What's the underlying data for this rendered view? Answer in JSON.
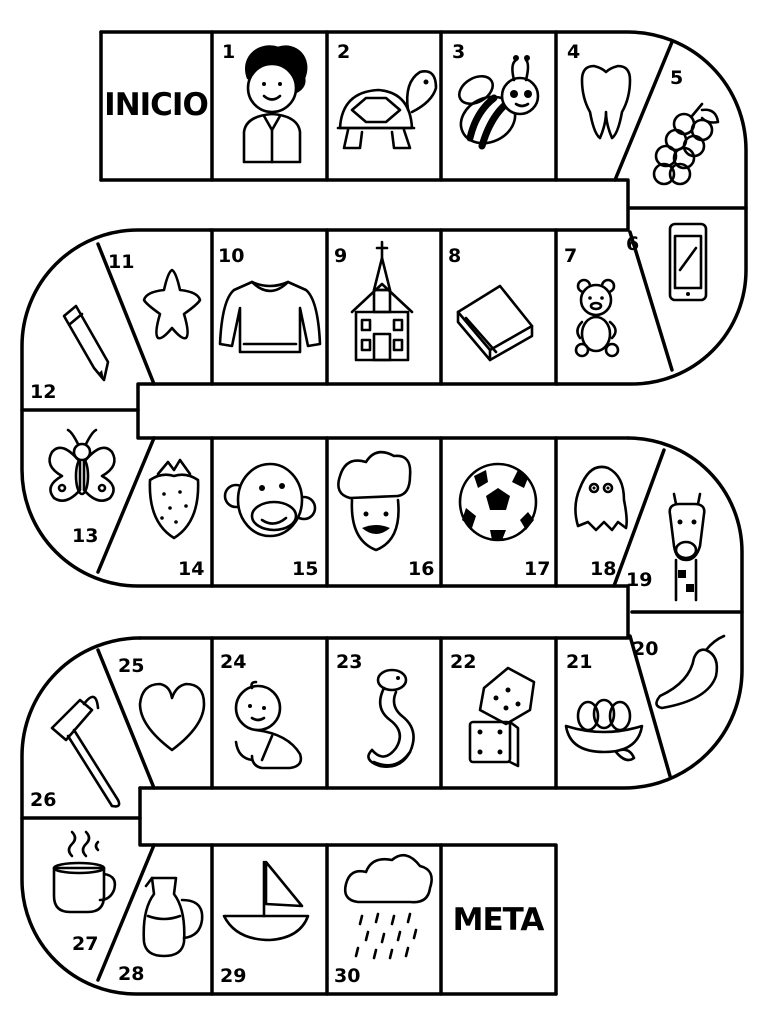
{
  "game": {
    "start_label": "INICIO",
    "finish_label": "META",
    "squares": [
      {
        "number": "1",
        "icon": "boy-icon"
      },
      {
        "number": "2",
        "icon": "turtle-icon"
      },
      {
        "number": "3",
        "icon": "bee-icon"
      },
      {
        "number": "4",
        "icon": "tooth-icon"
      },
      {
        "number": "5",
        "icon": "grapes-icon"
      },
      {
        "number": "6",
        "icon": "smartphone-icon"
      },
      {
        "number": "7",
        "icon": "teddy-bear-icon"
      },
      {
        "number": "8",
        "icon": "book-icon"
      },
      {
        "number": "9",
        "icon": "church-icon"
      },
      {
        "number": "10",
        "icon": "sweater-icon"
      },
      {
        "number": "11",
        "icon": "star-icon"
      },
      {
        "number": "12",
        "icon": "pencil-icon"
      },
      {
        "number": "13",
        "icon": "butterfly-icon"
      },
      {
        "number": "14",
        "icon": "strawberry-icon"
      },
      {
        "number": "15",
        "icon": "monkey-icon"
      },
      {
        "number": "16",
        "icon": "chef-icon"
      },
      {
        "number": "17",
        "icon": "soccer-ball-icon"
      },
      {
        "number": "18",
        "icon": "ghost-icon"
      },
      {
        "number": "19",
        "icon": "giraffe-icon"
      },
      {
        "number": "20",
        "icon": "chili-pepper-icon"
      },
      {
        "number": "21",
        "icon": "nest-icon"
      },
      {
        "number": "22",
        "icon": "dice-icon"
      },
      {
        "number": "23",
        "icon": "snake-icon"
      },
      {
        "number": "24",
        "icon": "baby-icon"
      },
      {
        "number": "25",
        "icon": "heart-icon"
      },
      {
        "number": "26",
        "icon": "hammer-icon"
      },
      {
        "number": "27",
        "icon": "coffee-cup-icon"
      },
      {
        "number": "28",
        "icon": "jug-icon"
      },
      {
        "number": "29",
        "icon": "sailboat-icon"
      },
      {
        "number": "30",
        "icon": "rain-cloud-icon"
      }
    ]
  }
}
